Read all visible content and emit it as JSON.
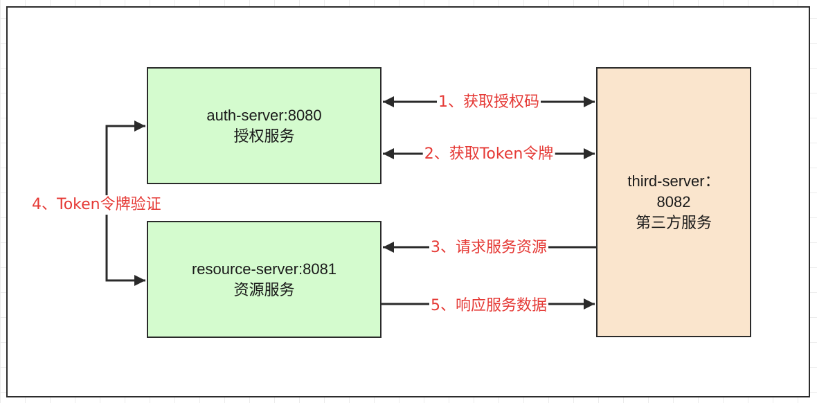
{
  "diagram": {
    "auth_server": {
      "line1": "auth-server:8080",
      "line2": "授权服务"
    },
    "resource_server": {
      "line1": "resource-server:8081",
      "line2": "资源服务"
    },
    "third_server": {
      "line1": "third-server：",
      "line2": "8082",
      "line3": "第三方服务"
    },
    "edges": {
      "e1": "1、获取授权码",
      "e2": "2、获取Token令牌",
      "e3": "3、请求服务资源",
      "e4": "4、Token令牌验证",
      "e5": "5、响应服务数据"
    },
    "colors": {
      "service_fill": "#d4fbce",
      "client_fill": "#fae5cd",
      "label_text": "#e53935",
      "stroke": "#2a2a2a"
    }
  }
}
